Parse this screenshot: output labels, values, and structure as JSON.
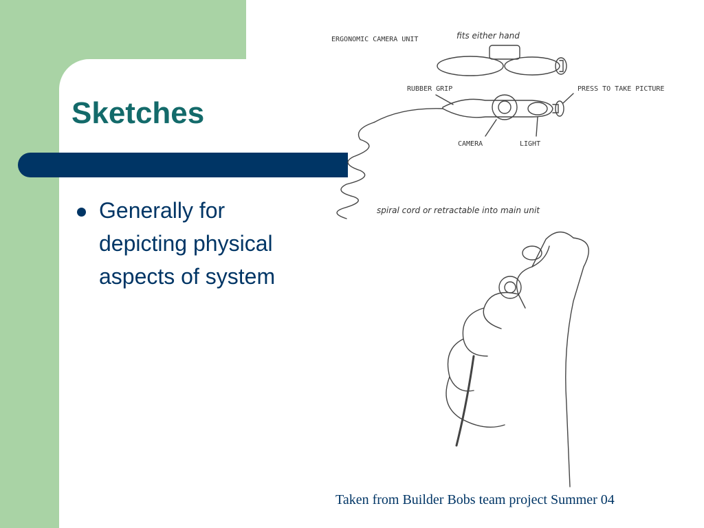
{
  "slide": {
    "title": "Sketches",
    "bullets": [
      {
        "text": "Generally for depicting physical aspects of system"
      }
    ],
    "caption": "Taken from Builder Bobs team project Summer 04"
  },
  "sketch": {
    "labels": {
      "top": "ERGONOMIC CAMERA UNIT",
      "top_right": "fits either hand",
      "grip": "RUBBER GRIP",
      "press": "PRESS TO TAKE PICTURE",
      "camera": "CAMERA",
      "light": "LIGHT",
      "cord": "spiral cord    or    retractable into main unit"
    }
  },
  "colors": {
    "green": "#a9d3a5",
    "navy": "#003565",
    "teal": "#136a6a"
  }
}
